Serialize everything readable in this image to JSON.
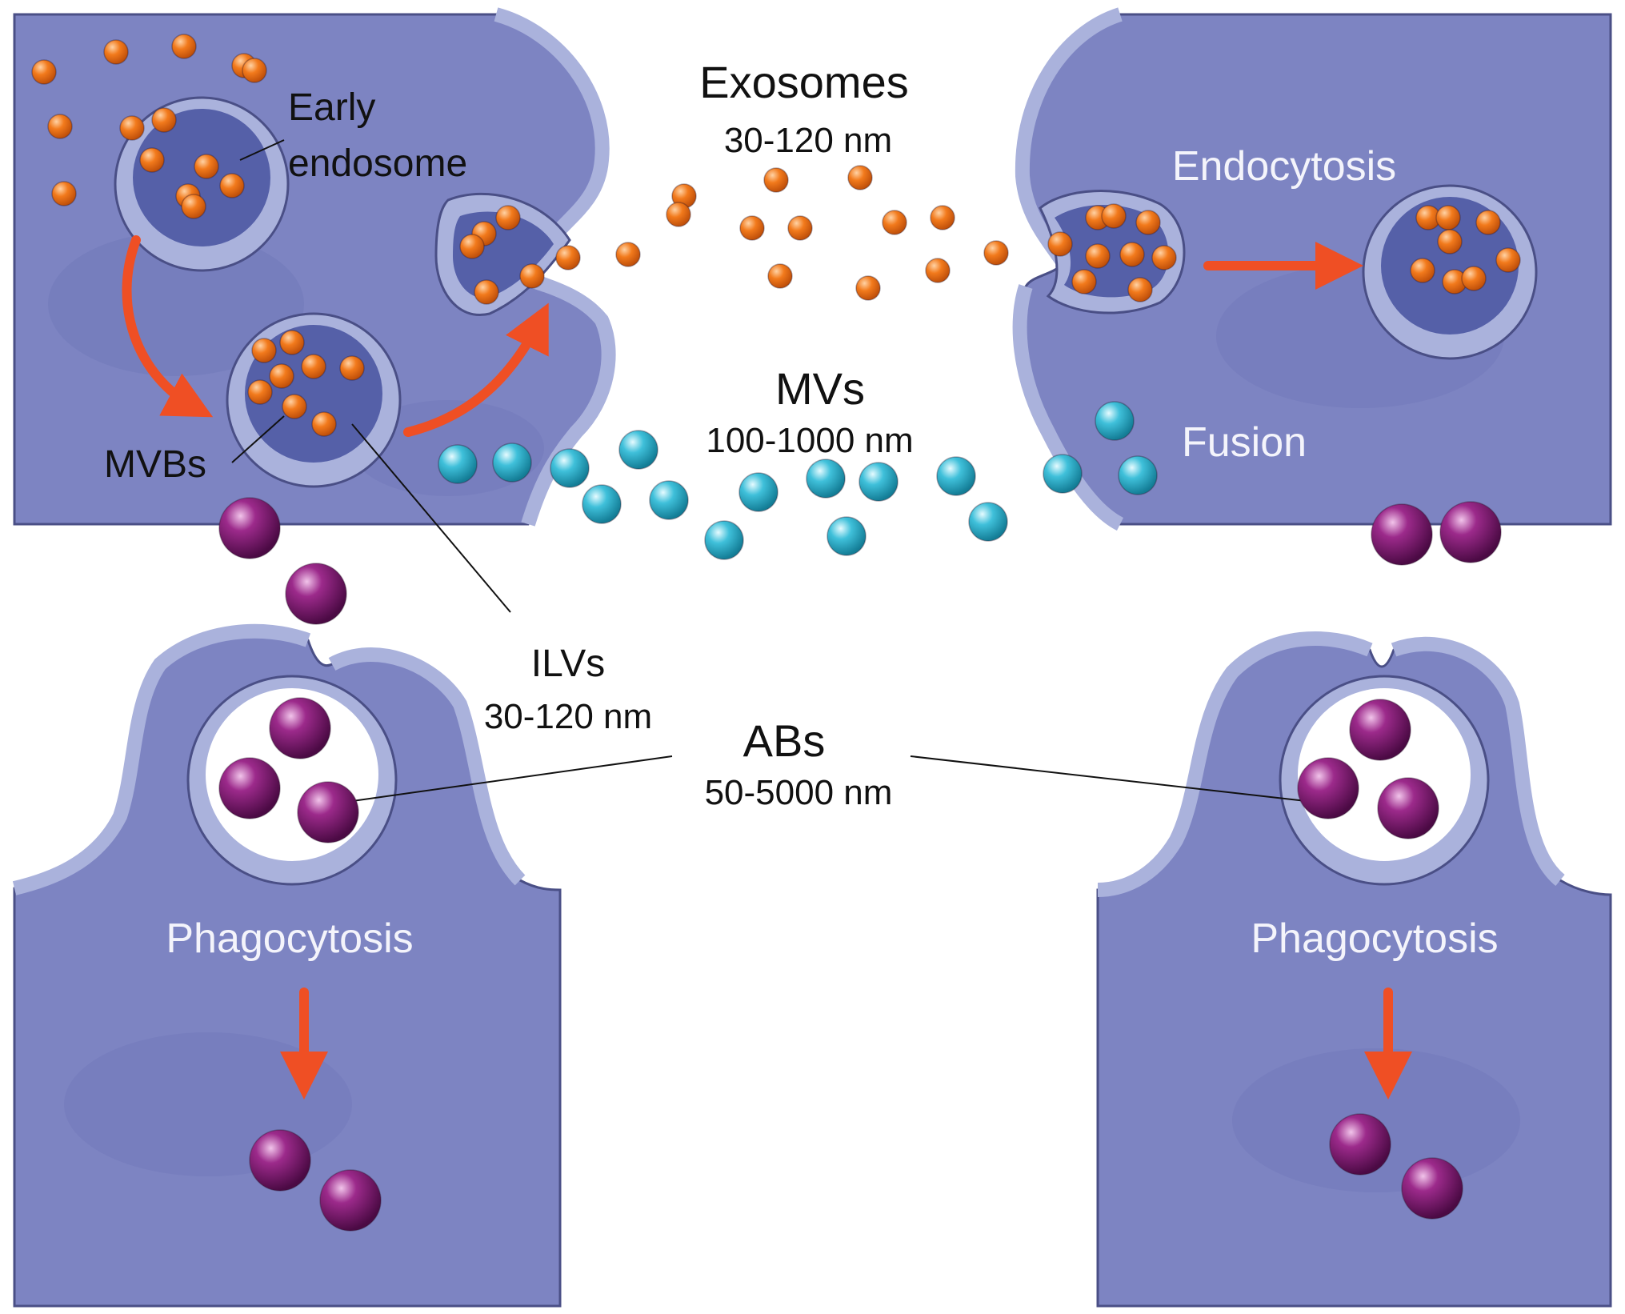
{
  "labels": {
    "early_endosome_line1": "Early",
    "early_endosome_line2": "endosome",
    "mvbs": "MVBs",
    "exosomes": "Exosomes",
    "exosomes_size": "30-120 nm",
    "mvs": "MVs",
    "mvs_size": "100-1000 nm",
    "ilvs": "ILVs",
    "ilvs_size": "30-120 nm",
    "abs": "ABs",
    "abs_size": "50-5000 nm",
    "endocytosis": "Endocytosis",
    "fusion": "Fusion",
    "phagocytosis_left": "Phagocytosis",
    "phagocytosis_right": "Phagocytosis"
  },
  "colors": {
    "cell_fill": "#7d84c2",
    "cell_shadow": "#6b72b5",
    "membrane": "#aab2dc",
    "membrane_outline": "#4a4f86",
    "vesicle_inner": "#5560a8",
    "exosome_orange": "#f27a1c",
    "mv_cyan": "#2aa7c4",
    "ab_purple": "#8a1d7a",
    "arrow_red": "#ef4f24"
  }
}
